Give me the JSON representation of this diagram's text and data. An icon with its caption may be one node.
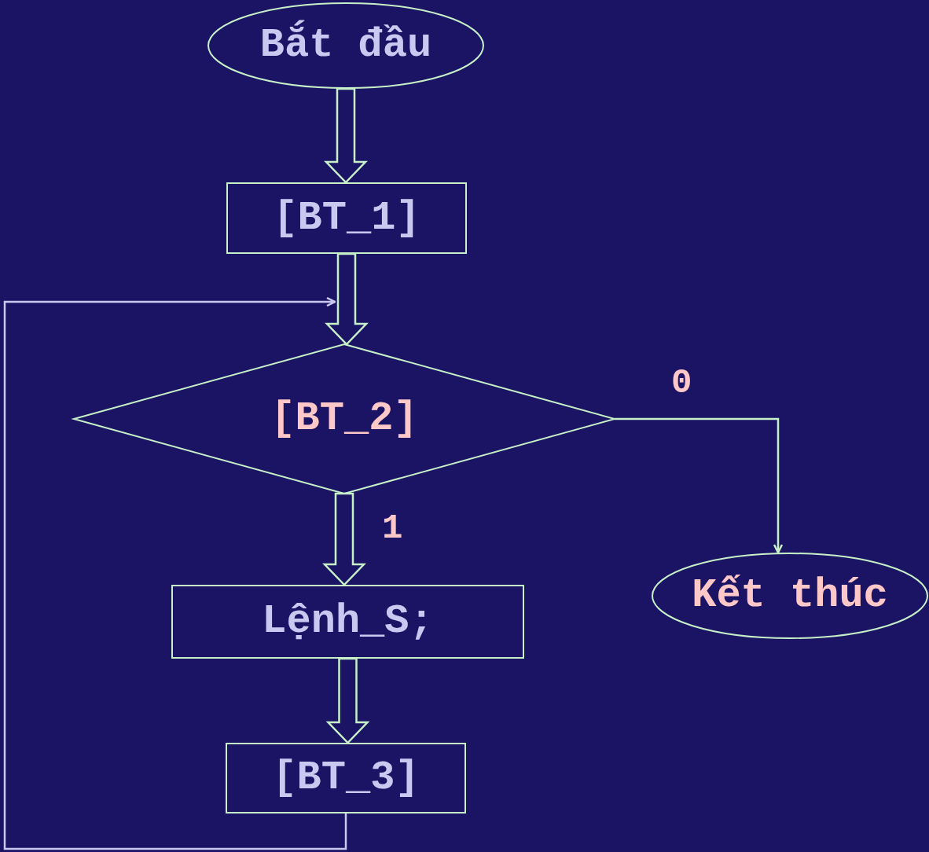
{
  "diagram": {
    "nodes": [
      {
        "text": [
          "Bắt đầu"
        ]
      },
      {
        "text": [
          "[BT_1]"
        ]
      },
      {
        "text": [
          "[BT_2]"
        ]
      },
      {
        "text": [
          "Lệnh_S;"
        ]
      },
      {
        "text": [
          "[BT_3]"
        ]
      },
      {
        "text": [
          "Kết thúc"
        ]
      }
    ],
    "edges": [
      {
        "from": 0,
        "to": 1,
        "arrow": "to",
        "style": "thick"
      },
      {
        "from": 1,
        "to": 2,
        "arrow": "to",
        "style": "thick"
      },
      {
        "from": 2,
        "to": 5,
        "arrow": "to",
        "label": "0"
      },
      {
        "from": 2,
        "to": 3,
        "arrow": "to",
        "label": "1",
        "style": "thick"
      },
      {
        "from": 3,
        "to": 4,
        "arrow": "to",
        "style": "thick"
      },
      {
        "from": 4,
        "to": 2,
        "arrow": "to",
        "color": "#c8c8f0"
      }
    ]
  }
}
